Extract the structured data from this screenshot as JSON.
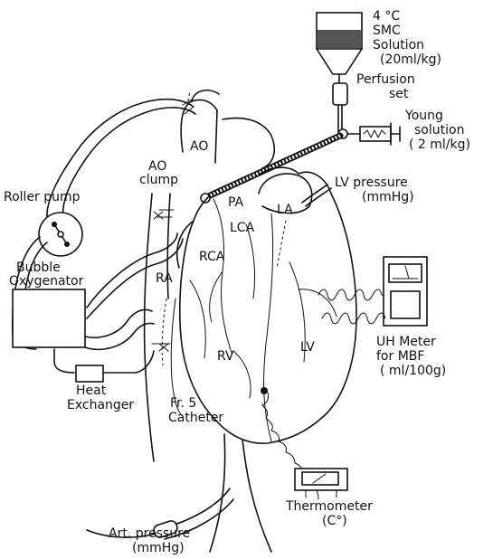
{
  "labels": {
    "smc_temp": "4 °C",
    "smc_line1": "SMC",
    "smc_line2": "Solution",
    "smc_dose": "(20ml/kg)",
    "perfusion_line1": "Perfusion",
    "perfusion_line2": "set",
    "young_line1": "Young",
    "young_line2": "solution",
    "young_dose": "( 2 ml/kg)",
    "ao": "AO",
    "ao_clump_line1": "AO",
    "ao_clump_line2": "clump",
    "lv_pressure_line1": "LV  pressure",
    "lv_pressure_line2": "(mmHg)",
    "roller_pump": "Roller pump",
    "pa": "PA",
    "la": "LA",
    "lca": "LCA",
    "rca": "RCA",
    "bubble_line1": "Bubble",
    "bubble_line2": "Oxygenator",
    "ra": "RA",
    "rv": "RV",
    "lv": "LV",
    "uh_line1": "UH  Meter",
    "uh_line2": "for  MBF",
    "uh_line3": "( ml/100g)",
    "heat_line1": "Heat",
    "heat_line2": "Exchanger",
    "catheter_line1": "Fr. 5",
    "catheter_line2": "Catheter",
    "thermo_line1": "Thermometer",
    "thermo_line2": "(C°)",
    "art_line1": "Art.  pressure",
    "art_line2": "(mmHg)"
  }
}
